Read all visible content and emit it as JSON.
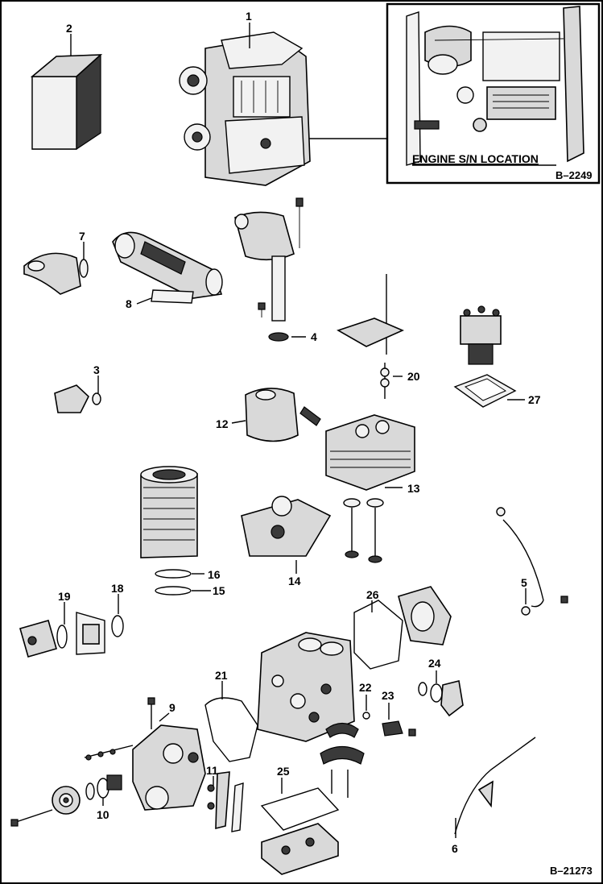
{
  "inset": {
    "title": "ENGINE S/N LOCATION",
    "ref": "B–2249"
  },
  "figure_ref": "B–21273",
  "callouts": [
    "1",
    "2",
    "3",
    "4",
    "5",
    "6",
    "7",
    "8",
    "9",
    "10",
    "11",
    "12",
    "13",
    "14",
    "15",
    "16",
    "18",
    "19",
    "20",
    "21",
    "22",
    "23",
    "24",
    "25",
    "26",
    "27"
  ]
}
